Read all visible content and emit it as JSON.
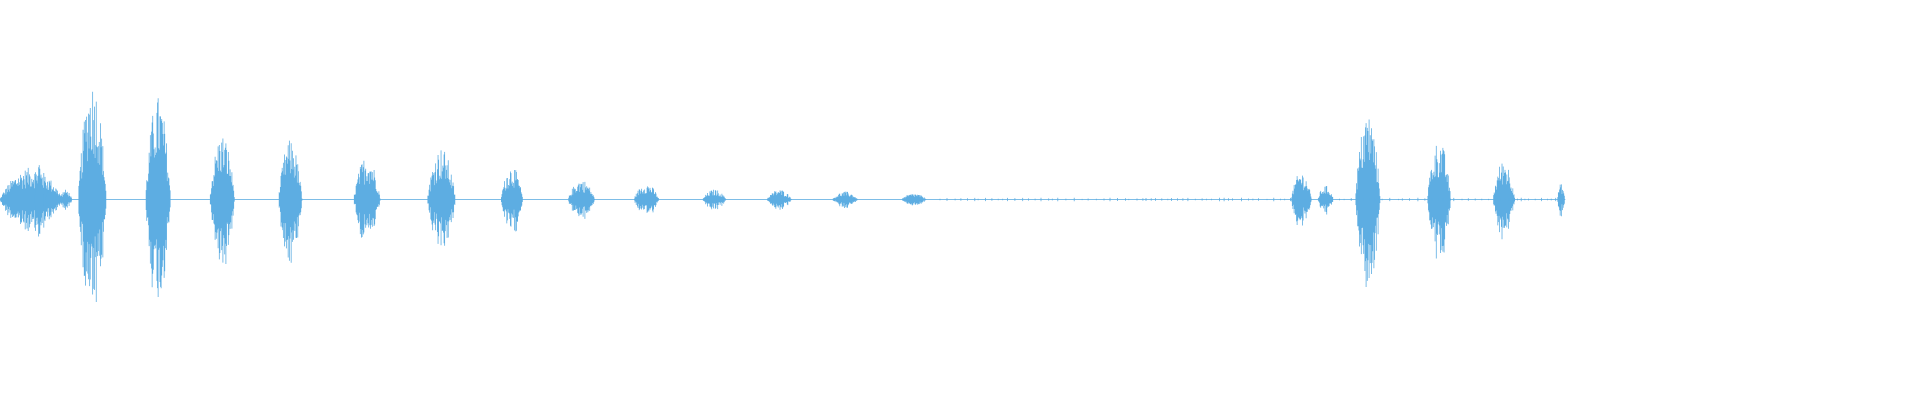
{
  "waveform": {
    "color": "#5dade2",
    "background": "#ffffff",
    "bursts": [
      {
        "start": 0.0,
        "end": 0.04,
        "amp": 0.16
      },
      {
        "start": 0.022,
        "end": 0.028,
        "amp": 0.2
      },
      {
        "start": 0.029,
        "end": 0.036,
        "amp": 0.08
      },
      {
        "start": 0.038,
        "end": 0.046,
        "amp": 0.05
      },
      {
        "start": 0.05,
        "end": 0.068,
        "amp": 0.6
      },
      {
        "start": 0.093,
        "end": 0.109,
        "amp": 0.52
      },
      {
        "start": 0.134,
        "end": 0.15,
        "amp": 0.33
      },
      {
        "start": 0.178,
        "end": 0.193,
        "amp": 0.3
      },
      {
        "start": 0.226,
        "end": 0.243,
        "amp": 0.22
      },
      {
        "start": 0.273,
        "end": 0.291,
        "amp": 0.26
      },
      {
        "start": 0.32,
        "end": 0.334,
        "amp": 0.17
      },
      {
        "start": 0.363,
        "end": 0.38,
        "amp": 0.1
      },
      {
        "start": 0.405,
        "end": 0.421,
        "amp": 0.08
      },
      {
        "start": 0.449,
        "end": 0.464,
        "amp": 0.05
      },
      {
        "start": 0.49,
        "end": 0.506,
        "amp": 0.05
      },
      {
        "start": 0.532,
        "end": 0.548,
        "amp": 0.04
      },
      {
        "start": 0.576,
        "end": 0.592,
        "amp": 0.03
      },
      {
        "start": 0.825,
        "end": 0.838,
        "amp": 0.14
      },
      {
        "start": 0.842,
        "end": 0.852,
        "amp": 0.07
      },
      {
        "start": 0.866,
        "end": 0.882,
        "amp": 0.44
      },
      {
        "start": 0.912,
        "end": 0.927,
        "amp": 0.3
      },
      {
        "start": 0.954,
        "end": 0.968,
        "amp": 0.2
      },
      {
        "start": 0.995,
        "end": 1.0,
        "amp": 0.08
      }
    ]
  }
}
